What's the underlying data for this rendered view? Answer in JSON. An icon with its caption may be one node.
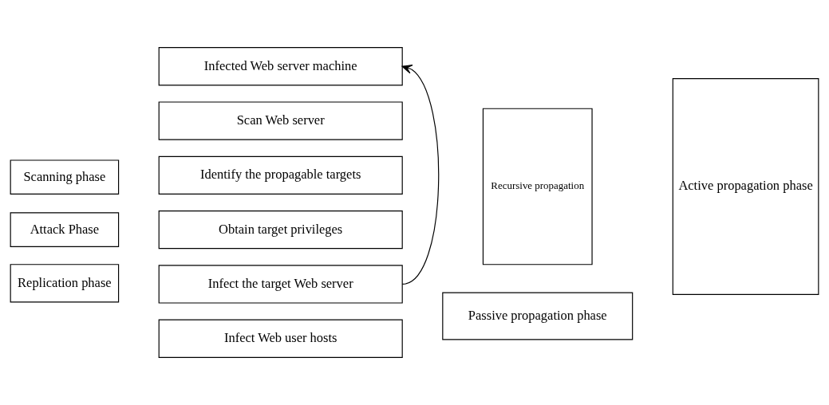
{
  "diagram": {
    "nodes": [
      {
        "text": [
          "Infected Web server machine"
        ]
      },
      {
        "text": [
          "Scan Web server"
        ]
      },
      {
        "text": [
          "Identify the propagable targets"
        ]
      },
      {
        "text": [
          "Obtain target privileges"
        ]
      },
      {
        "text": [
          "Infect the target Web server"
        ]
      },
      {
        "text": [
          "Infect Web user hosts"
        ]
      },
      {
        "text": [
          "Scanning phase"
        ]
      },
      {
        "text": [
          "Attack Phase"
        ]
      },
      {
        "text": [
          "Replication phase"
        ]
      },
      {
        "text": [
          "Recursive propagation"
        ]
      },
      {
        "text": [
          "Active propagation phase"
        ]
      },
      {
        "text": [
          "Passive propagation phase"
        ]
      }
    ],
    "edges": [
      {
        "from": 4,
        "to": 0,
        "arrow": "to"
      }
    ]
  }
}
